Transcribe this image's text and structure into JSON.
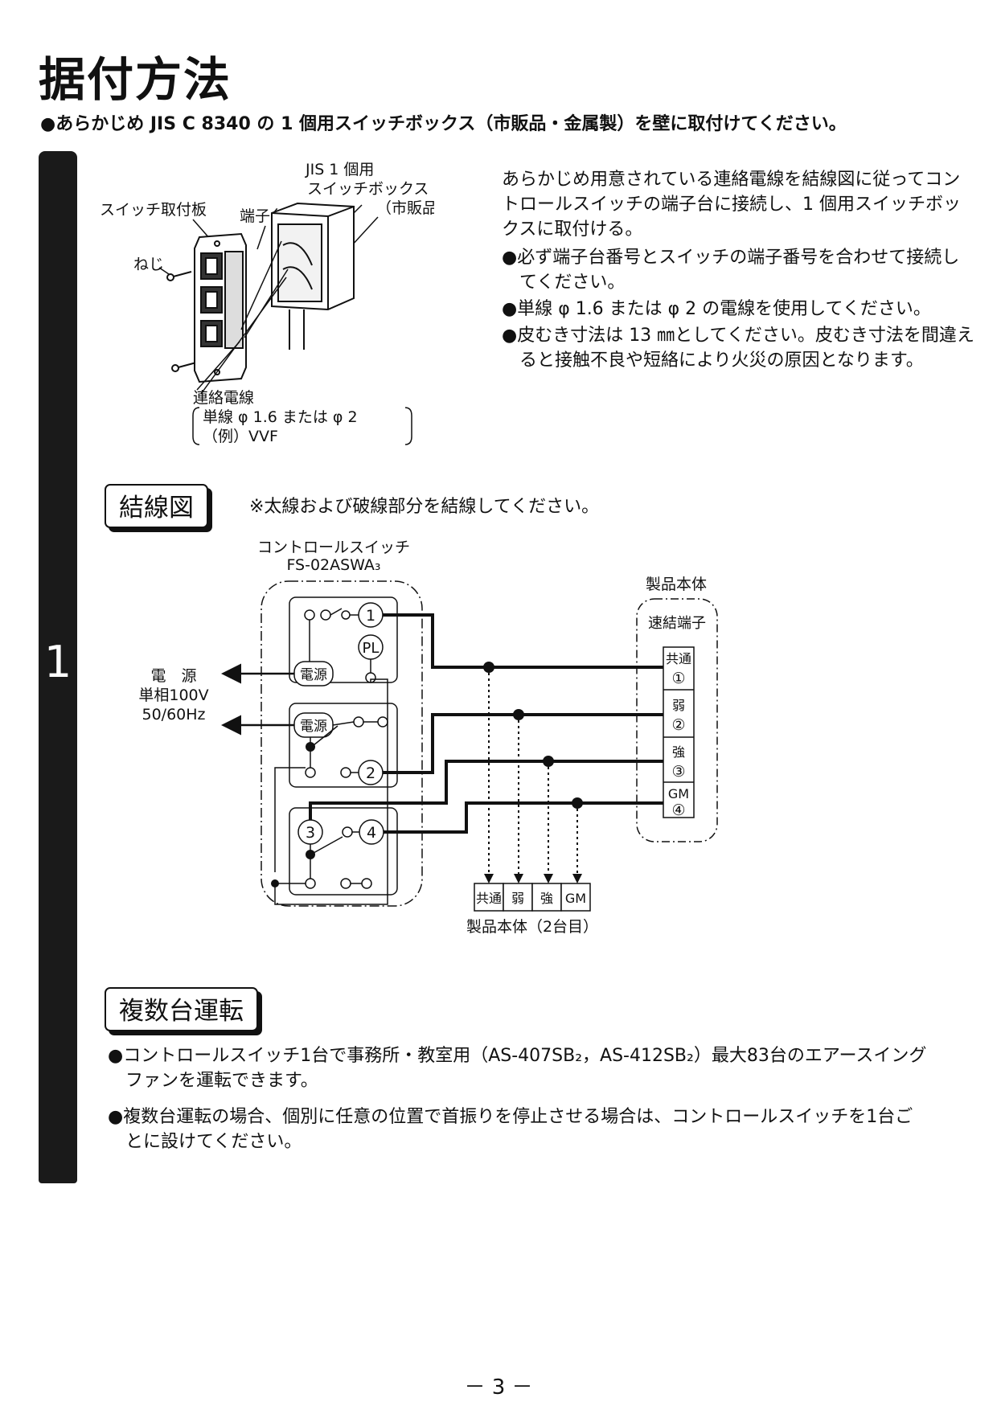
{
  "title": "据付方法",
  "intro": "●あらかじめ JIS C 8340 の 1 個用スイッチボックス（市販品・金属製）を壁に取付けてください。",
  "section_number": "1",
  "install_figure": {
    "label_box_line1": "JIS 1 個用",
    "label_box_line2": "スイッチボックス",
    "label_box_line3": "（市販品）",
    "label_plate": "スイッチ取付板",
    "label_terminal": "端子台",
    "label_screw": "ねじ",
    "label_wire_line1": "連絡電線",
    "label_wire_line2": "単線 φ 1.6 または φ 2",
    "label_wire_line3": "（例）VVF"
  },
  "install_text": {
    "lead": "あらかじめ用意されている連絡電線を結線図に従ってコントロールスイッチの端子台に接続し、1 個用スイッチボックスに取付ける。",
    "bullets": [
      "●必ず端子台番号とスイッチの端子番号を合わせて接続してください。",
      "●単線 φ 1.6 または φ 2 の電線を使用してください。",
      "●皮むき寸法は 13 ㎜としてください。皮むき寸法を間違えると接触不良や短絡により火災の原因となります。"
    ]
  },
  "wiring": {
    "heading": "結線図",
    "note": "※太線および破線部分を結線してください。",
    "switch_label": "コントロールスイッチ",
    "switch_model": "FS-02ASWA₃",
    "power_line1": "電　源",
    "power_line2": "単相100V",
    "power_line3": "50/60Hz",
    "terminal_1": "1",
    "terminal_2": "2",
    "terminal_3": "3",
    "terminal_4": "4",
    "pilot": "PL",
    "power_terminal": "電源",
    "product_label": "製品本体",
    "quick_terminal_label": "速結端子",
    "product_terminals": [
      {
        "name": "共通",
        "num": "①"
      },
      {
        "name": "弱",
        "num": "②"
      },
      {
        "name": "強",
        "num": "③"
      },
      {
        "name": "GM",
        "num": "④"
      }
    ],
    "second_product_terminals": [
      "共通",
      "弱",
      "強",
      "GM"
    ],
    "second_product_label": "製品本体（2台目）"
  },
  "multi": {
    "heading": "複数台運転",
    "bullets": [
      "●コントロールスイッチ1台で事務所・教室用（AS-407SB₂，AS-412SB₂）最大83台のエアースイングファンを運転できます。",
      "●複数台運転の場合、個別に任意の位置で首振りを停止させる場合は、コントロールスイッチを1台ごとに設けてください。"
    ]
  },
  "page_number": "－ 3 －"
}
